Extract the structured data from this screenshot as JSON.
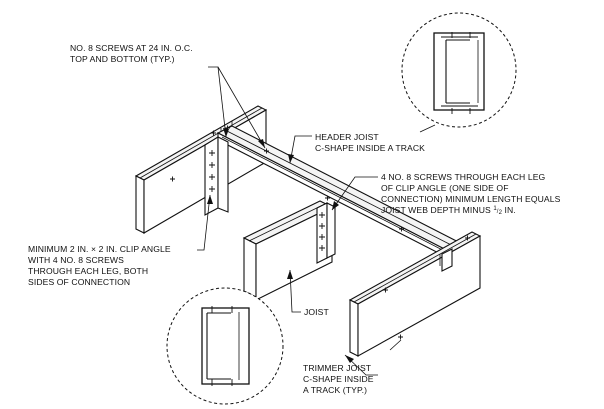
{
  "labels": {
    "screws_top_line1": "NO. 8 SCREWS AT 24 IN. O.C.",
    "screws_top_line2": "TOP AND BOTTOM (TYP.)",
    "header_line1": "HEADER JOIST",
    "header_line2": "C-SHAPE INSIDE A TRACK",
    "clip_screws_line1": "4 NO. 8 SCREWS THROUGH EACH LEG",
    "clip_screws_line2": "OF CLIP ANGLE (ONE SIDE OF",
    "clip_screws_line3": "CONNECTION) MINIMUM LENGTH EQUALS",
    "clip_screws_line4_a": "JOIST WEB DEPTH MINUS ",
    "clip_screws_frac_num": "1",
    "clip_screws_frac_den": "2",
    "clip_screws_line4_b": " IN.",
    "clip_angle_line1": "MINIMUM 2 IN. × 2 IN. CLIP ANGLE",
    "clip_angle_line2": "WITH 4 NO. 8 SCREWS",
    "clip_angle_line3": "THROUGH EACH LEG, BOTH",
    "clip_angle_line4": "SIDES OF CONNECTION",
    "joist": "JOIST",
    "trimmer_line1": "TRIMMER JOIST",
    "trimmer_line2": "C-SHAPE INSIDE",
    "trimmer_line3": "A TRACK (TYP.)"
  }
}
